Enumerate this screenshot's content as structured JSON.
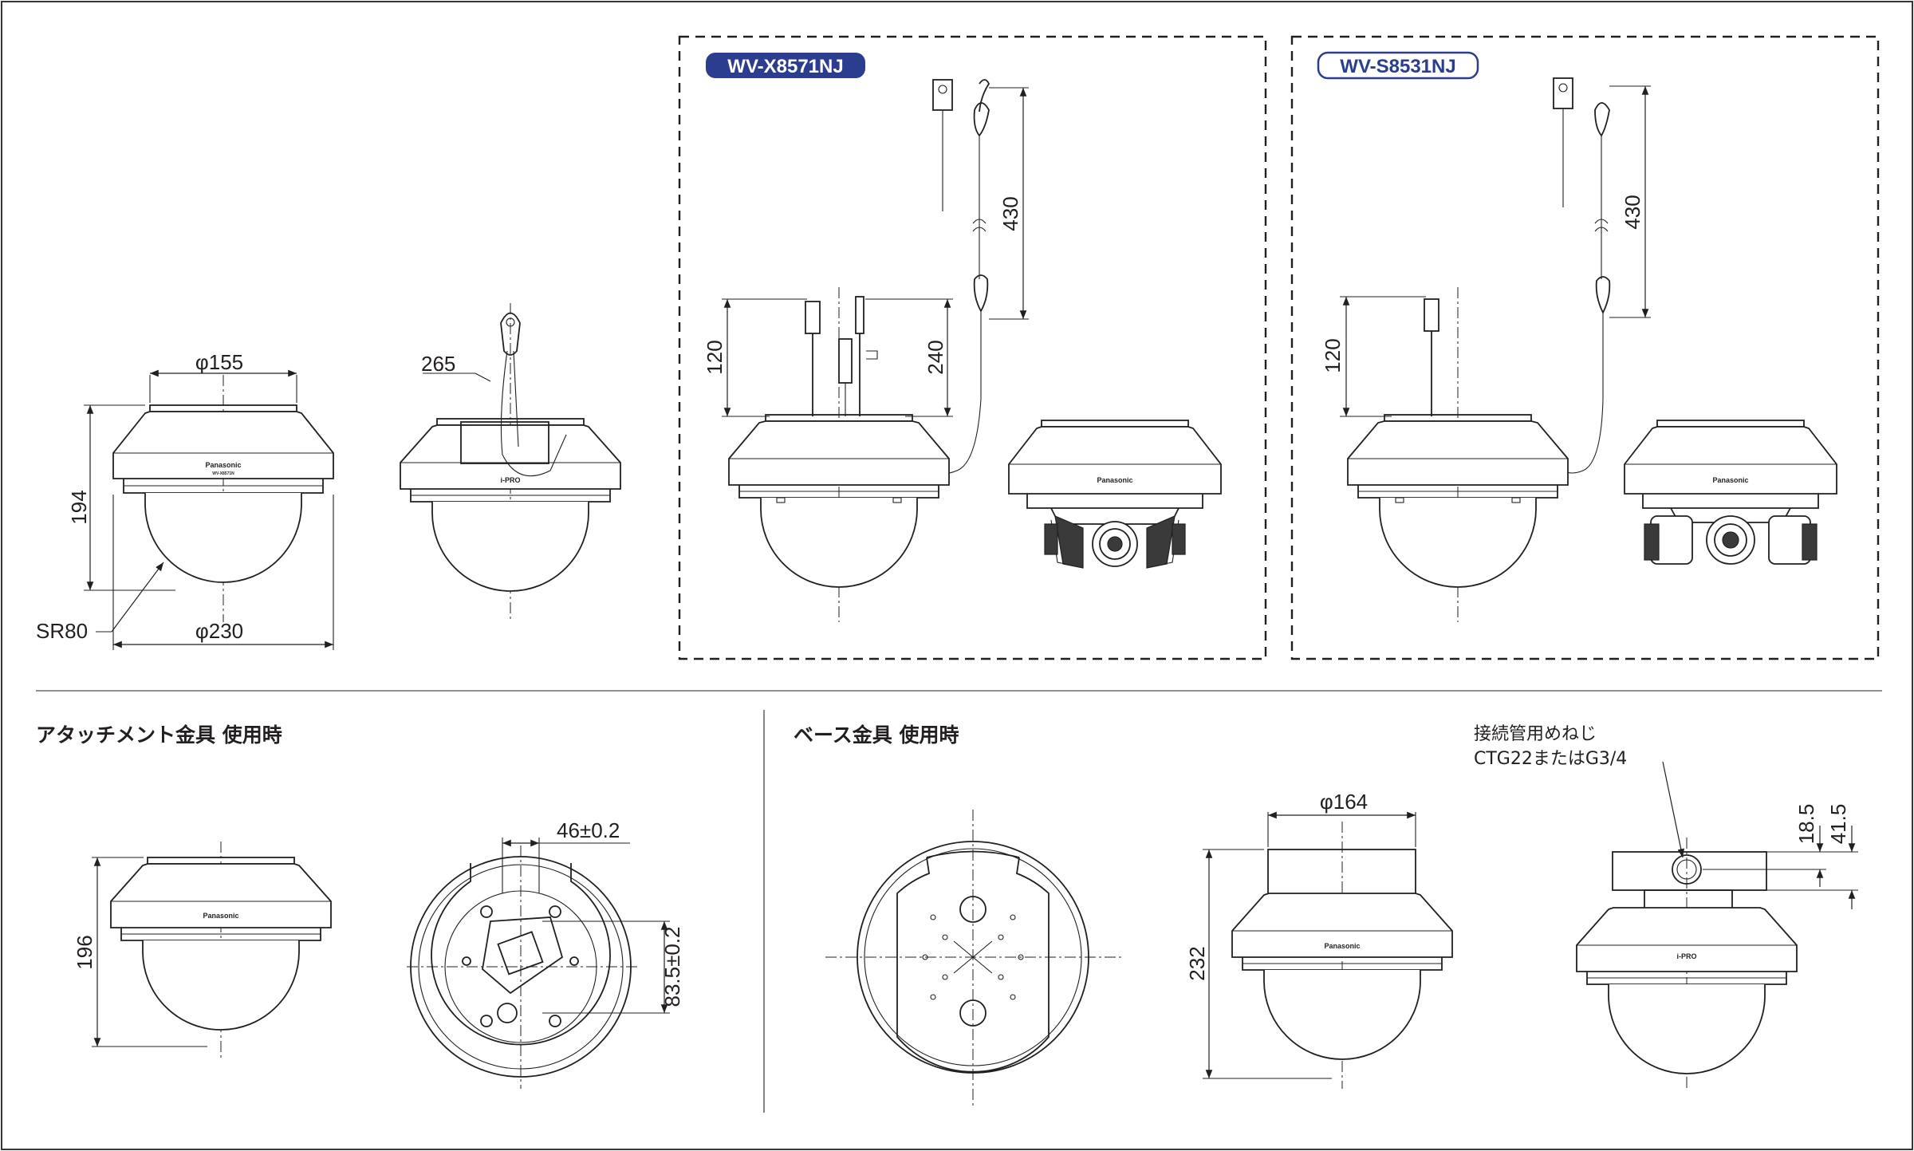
{
  "models": {
    "x8571": "WV-X8571NJ",
    "s8531": "WV-S8531NJ"
  },
  "colors": {
    "badge_blue": "#2a3d8f",
    "line": "#231f20"
  },
  "top_front": {
    "diameter_top": "φ155",
    "height": "194",
    "radius": "SR80",
    "diameter_bottom": "φ230",
    "brand_big": "Panasonic",
    "brand_small": "WV-X8571N"
  },
  "top_side": {
    "wire": "265",
    "brand": "i-PRO"
  },
  "x8571_view": {
    "wire_length": "430",
    "height_a": "120",
    "height_b": "240"
  },
  "s8531_view": {
    "wire_length": "430",
    "height_a": "120"
  },
  "attachment": {
    "title": "アタッチメント金具 使用時",
    "height": "196",
    "hole_pitch_h": "46±0.2",
    "hole_pitch_v": "83.5±0.2"
  },
  "base": {
    "title": "ベース金具 使用時",
    "diameter": "φ164",
    "height": "232",
    "screw_note_line1": "接続管用めねじ",
    "screw_note_line2": "CTG22またはG3/4",
    "dim_a": "18.5",
    "dim_b": "41.5",
    "brand": "i-PRO"
  }
}
